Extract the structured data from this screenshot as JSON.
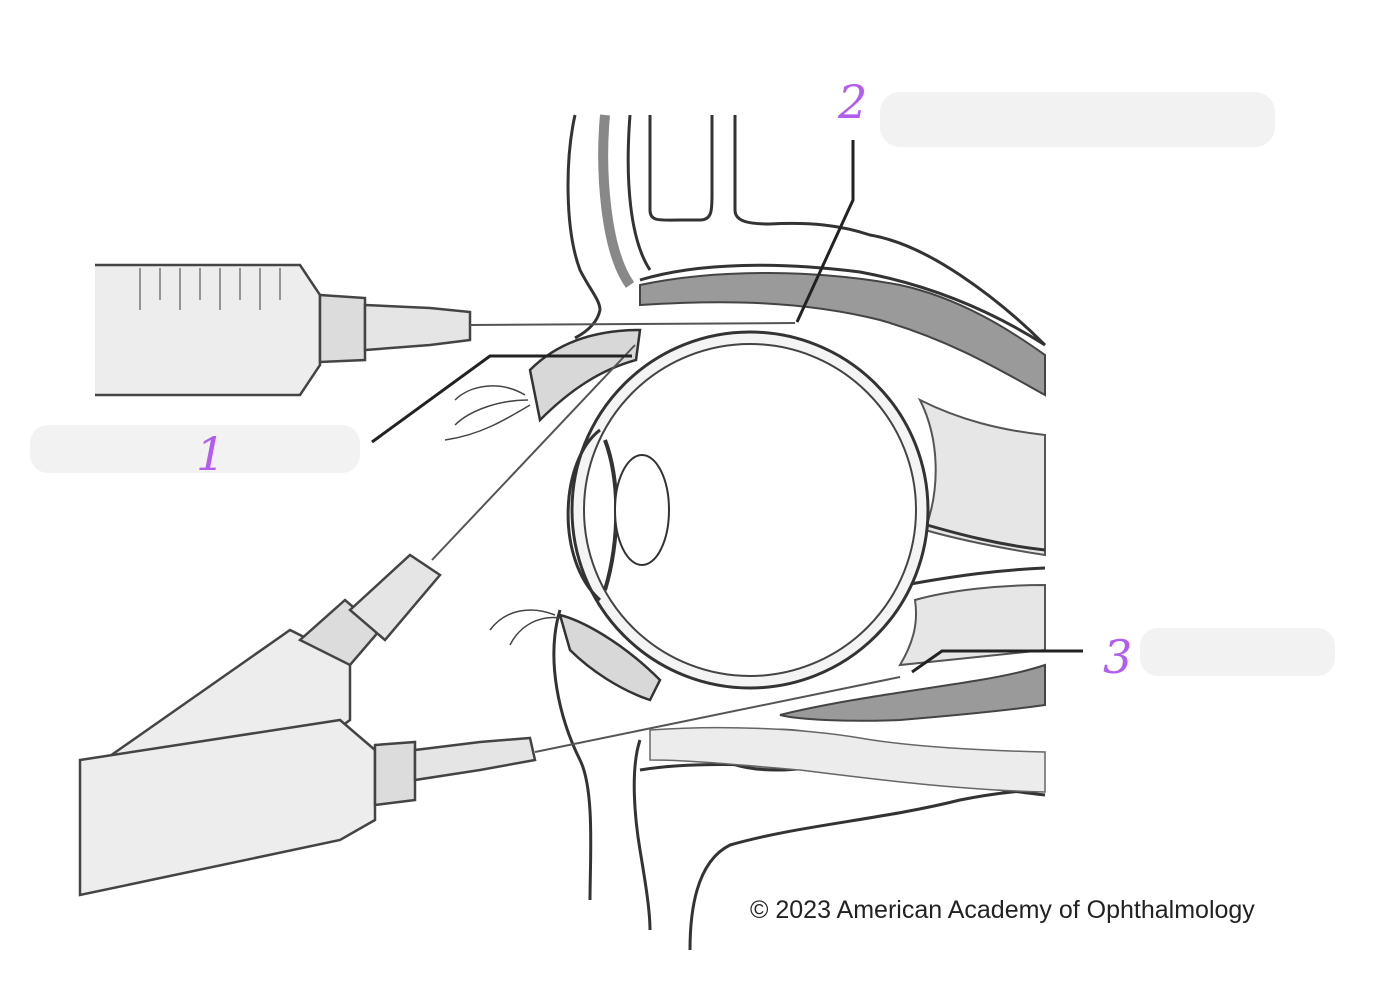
{
  "diagram": {
    "labels": [
      {
        "id": "label-1",
        "text": "1"
      },
      {
        "id": "label-2",
        "text": "2"
      },
      {
        "id": "label-3",
        "text": "3"
      }
    ],
    "copyright": "© 2023 American Academy of Ophthalmology",
    "label_color": "#b25cf0"
  }
}
